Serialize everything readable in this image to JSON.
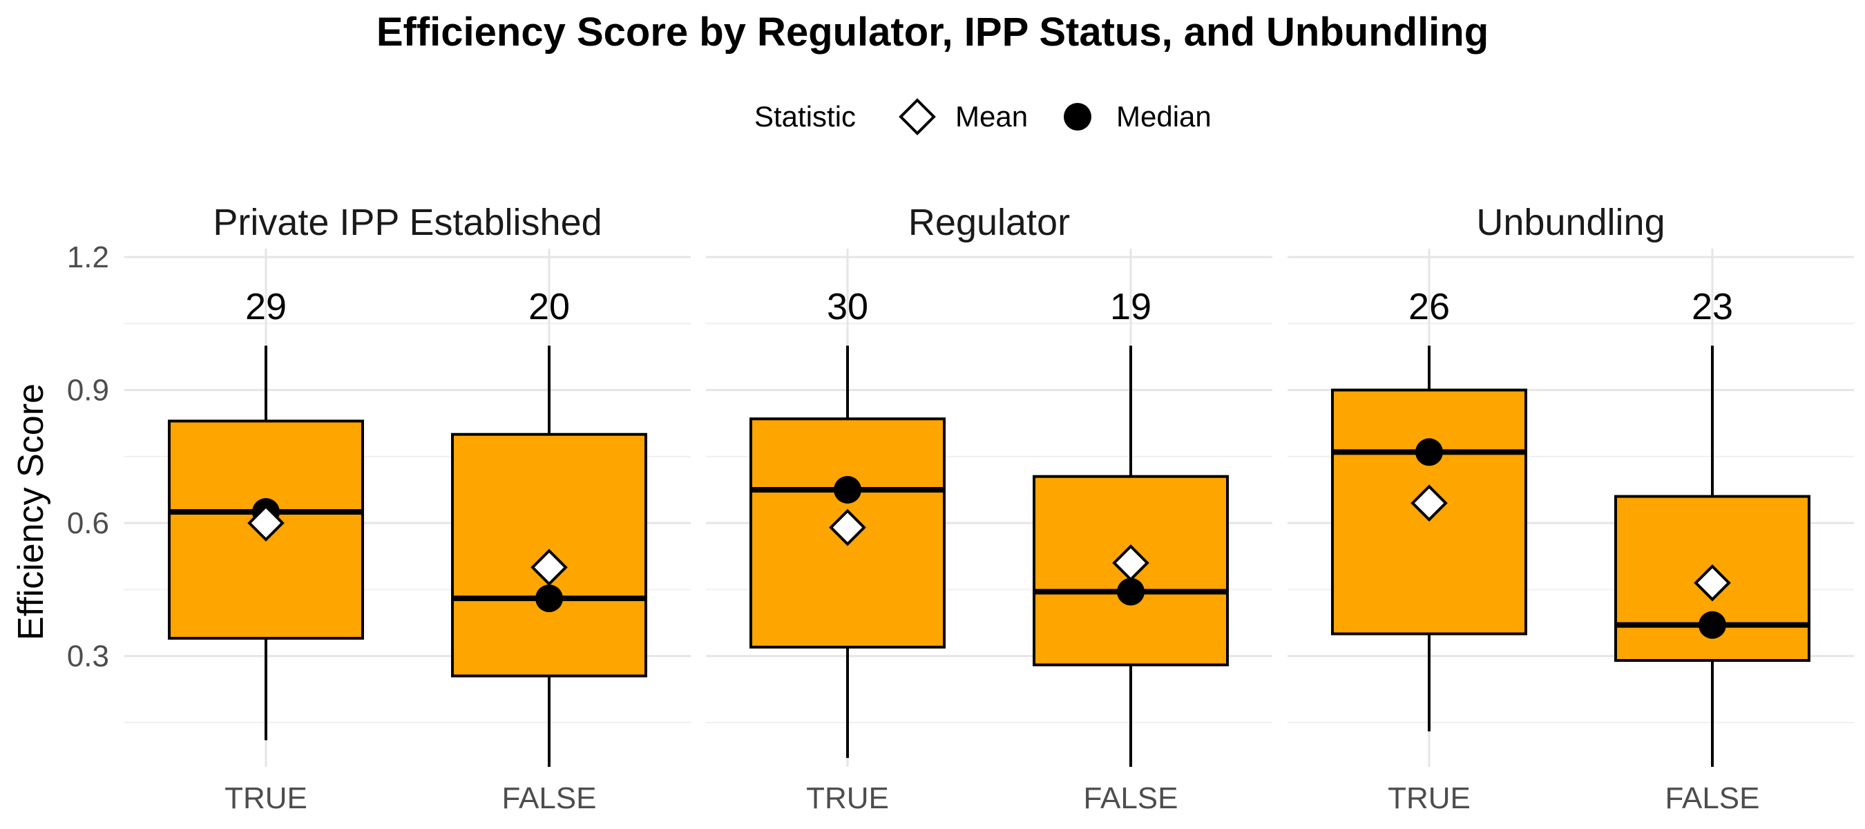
{
  "chart_data": {
    "type": "boxplot",
    "title": "Efficiency Score by Regulator, IPP Status, and Unbundling",
    "ylabel": "Efficiency Score",
    "xlabel": "",
    "ylim": [
      0.05,
      1.25
    ],
    "yticks": [
      0.3,
      0.6,
      0.9,
      1.2
    ],
    "ytick_labels": [
      "0.3",
      "0.6",
      "0.9",
      "1.2"
    ],
    "grid": true,
    "box_color": "#FFA500",
    "legend": {
      "title": "Statistic",
      "position": "top",
      "items": [
        {
          "label": "Mean",
          "shape": "diamond"
        },
        {
          "label": "Median",
          "shape": "circle"
        }
      ]
    },
    "facets": [
      {
        "title": "Private IPP Established",
        "groups": [
          {
            "category": "TRUE",
            "n_label": "29",
            "whisker_low": 0.11,
            "q1": 0.34,
            "median": 0.625,
            "q3": 0.83,
            "whisker_high": 1.0,
            "mean": 0.6
          },
          {
            "category": "FALSE",
            "n_label": "20",
            "whisker_low": 0.05,
            "q1": 0.255,
            "median": 0.43,
            "q3": 0.8,
            "whisker_high": 1.0,
            "mean": 0.5
          }
        ]
      },
      {
        "title": "Regulator",
        "groups": [
          {
            "category": "TRUE",
            "n_label": "30",
            "whisker_low": 0.07,
            "q1": 0.32,
            "median": 0.675,
            "q3": 0.835,
            "whisker_high": 1.0,
            "mean": 0.59
          },
          {
            "category": "FALSE",
            "n_label": "19",
            "whisker_low": 0.05,
            "q1": 0.28,
            "median": 0.445,
            "q3": 0.705,
            "whisker_high": 1.0,
            "mean": 0.51
          }
        ]
      },
      {
        "title": "Unbundling",
        "groups": [
          {
            "category": "TRUE",
            "n_label": "26",
            "whisker_low": 0.13,
            "q1": 0.35,
            "median": 0.76,
            "q3": 0.9,
            "whisker_high": 1.0,
            "mean": 0.645
          },
          {
            "category": "FALSE",
            "n_label": "23",
            "whisker_low": 0.05,
            "q1": 0.29,
            "median": 0.37,
            "q3": 0.66,
            "whisker_high": 1.0,
            "mean": 0.465
          }
        ]
      }
    ]
  }
}
